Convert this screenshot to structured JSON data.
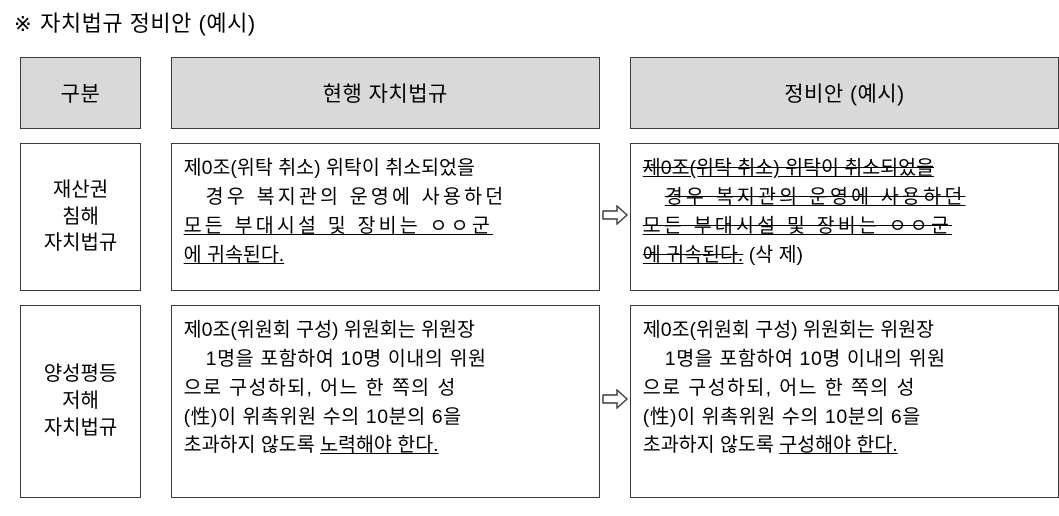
{
  "document": {
    "title_mark": "※",
    "title": "자치법규 정비안 (예시)"
  },
  "table": {
    "headers": {
      "category": "구분",
      "current": "현행 자치법규",
      "revised": "정비안 (예시)"
    },
    "rows": [
      {
        "category_lines": [
          "재산권",
          "침해",
          "자치법규"
        ],
        "arrow": "right-arrow-icon",
        "current_lines": [
          "제0조(위탁 취소) 위탁이 취소되었을",
          "경우 복지관의 운영에 사용하던",
          "모든 부대시설 및 장비는 ㅇㅇ군",
          "에 귀속된다."
        ],
        "revised_lines": [
          "제0조(위탁 취소) 위탁이 취소되었을",
          "경우 복지관의 운영에 사용하던",
          "모든 부대시설 및 장비는 ㅇㅇ군",
          "에 귀속된다. (삭 제)"
        ]
      },
      {
        "category_lines": [
          "양성평등",
          "저해",
          "자치법규"
        ],
        "arrow": "right-arrow-icon",
        "current_lines": [
          "제0조(위원회 구성) 위원회는 위원장",
          "1명을 포함하여 10명 이내의 위원",
          "으로 구성하되, 어느 한 쪽의 성",
          "(性)이 위촉위원 수의 10분의 6을",
          "초과하지 않도록 노력해야 한다."
        ],
        "revised_lines": [
          "제0조(위원회 구성) 위원회는 위원장",
          "1명을 포함하여 10명 이내의 위원",
          "으로 구성하되, 어느 한 쪽의 성",
          "(性)이 위촉위원 수의 10분의 6을",
          "초과하지 않도록 구성해야 한다."
        ]
      }
    ]
  },
  "colors": {
    "header_fill": "#d9d9d9",
    "border": "#3a3a3a",
    "text": "#000000"
  }
}
